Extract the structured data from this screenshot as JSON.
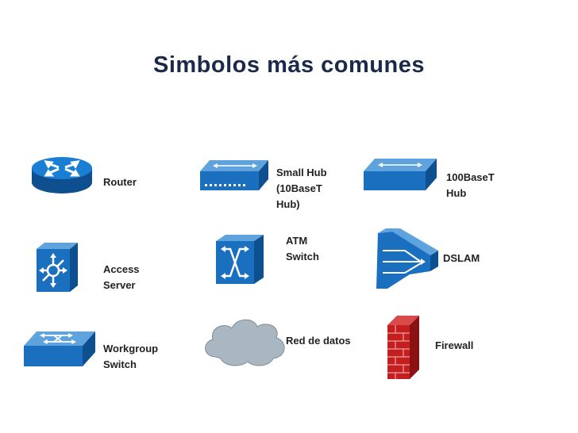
{
  "title": "Simbolos más comunes",
  "symbols": {
    "router": "Router",
    "small_hub": "Small Hub\n(10BaseT\nHub)",
    "hub_100": "100BaseT\nHub",
    "access_server": "Access\nServer",
    "atm_switch": "ATM\nSwitch",
    "dslam": "DSLAM",
    "workgroup_switch": "Workgroup\nSwitch",
    "data_network": "Red de datos",
    "firewall": "Firewall"
  },
  "colors": {
    "cisco_blue": "#1a6fbf",
    "cisco_blue_dark": "#0d4f8f",
    "cisco_blue_light": "#5fa3de",
    "cloud": "#a9b7c3",
    "brick": "#c41e1e"
  }
}
